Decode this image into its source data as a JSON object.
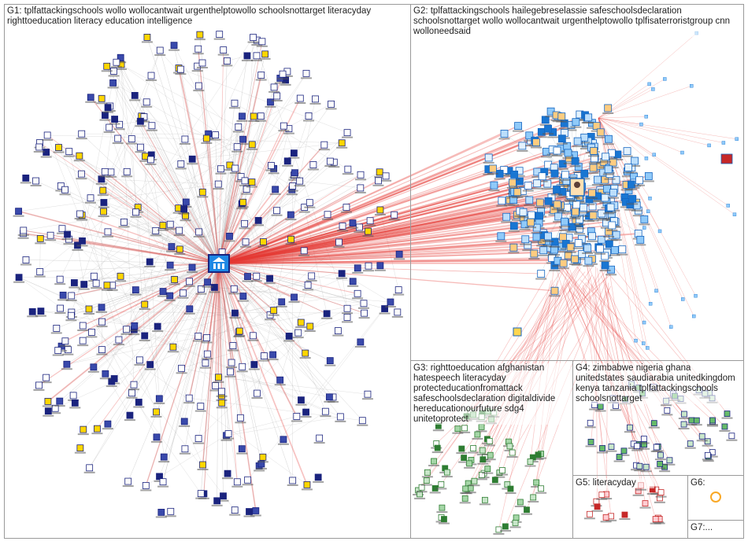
{
  "groups": [
    {
      "id": "G1",
      "label": "G1: tplfattackingschools wollo wollocantwait urgenthelptowollo schoolsnottarget literacyday\nrighttoeducation literacy education intelligence",
      "color": "#3b5bdb"
    },
    {
      "id": "G2",
      "label": "G2: tplfattackingschools hailegebreselassie safeschoolsdeclaration\nschoolsnottarget wollo wollocantwait urgenthelptowollo tplfisaterroristgroup cnn\nwolloneedsaid",
      "color": "#3b8fd0"
    },
    {
      "id": "G3",
      "label": "G3: righttoeducation afghanistan\nhatespeech literacyday\nprotecteducationfromattack\nsafeschoolsdeclaration digitaldivide\nhereducationourfuture sdg4\nunitetoprotect",
      "color": "#2e7d32"
    },
    {
      "id": "G4",
      "label": "G4: zimbabwe nigeria ghana\nunitedstates saudiarabia unitedkingdom\nkenya tanzania tplfattackingschools\nschoolsnottarget",
      "color": "#66bb6a"
    },
    {
      "id": "G5",
      "label": "G5: literacyday",
      "color": "#c62828"
    },
    {
      "id": "G6",
      "label": "G6:",
      "color": "#f9a825"
    },
    {
      "id": "G7",
      "label": "G7:...",
      "color": "#555555"
    }
  ],
  "colors": {
    "edge_cross": "#e53935",
    "edge_intra": "#b0b0b0",
    "node_border": "#1a237e",
    "hub_fill": "#1e88e5"
  },
  "icons": {
    "hub_g1": "institution-icon",
    "hub_g2": "person-portrait-icon",
    "cnn_node": "cnn-logo-icon"
  }
}
